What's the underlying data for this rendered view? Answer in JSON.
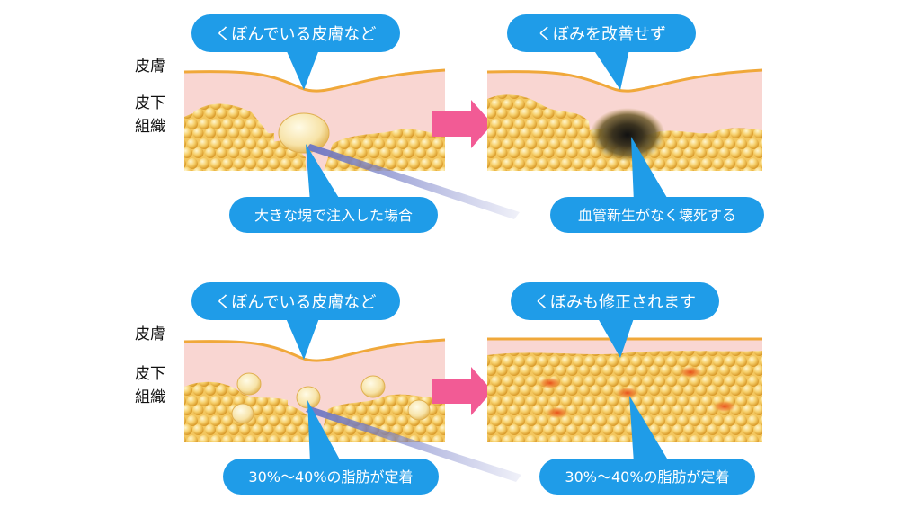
{
  "rows": [
    {
      "side_labels": {
        "skin": "皮膚",
        "subcutaneous_line1": "皮下",
        "subcutaneous_line2": "組織"
      },
      "before": {
        "top_callout": "くぼんでいる皮膚など",
        "bottom_callout": "大きな塊で注入した場合"
      },
      "after": {
        "top_callout": "くぼみを改善せず",
        "bottom_callout": "血管新生がなく壊死する"
      }
    },
    {
      "side_labels": {
        "skin": "皮膚",
        "subcutaneous_line1": "皮下",
        "subcutaneous_line2": "組織"
      },
      "before": {
        "top_callout": "くぼんでいる皮膚など",
        "bottom_callout": "30%〜40%の脂肪が定着"
      },
      "after": {
        "top_callout": "くぼみも修正されます",
        "bottom_callout": "30%〜40%の脂肪が定着"
      }
    }
  ],
  "colors": {
    "callout_blue": "#1f9ce8",
    "callout_text": "#ffffff",
    "skin_pink": "#f9d6d2",
    "skin_line": "#f0a83a",
    "fat_yellow": "#f6cf6a",
    "arrow_pink": "#f25b95",
    "needle": "#6f78c4",
    "necrosis": "#2a2418"
  }
}
